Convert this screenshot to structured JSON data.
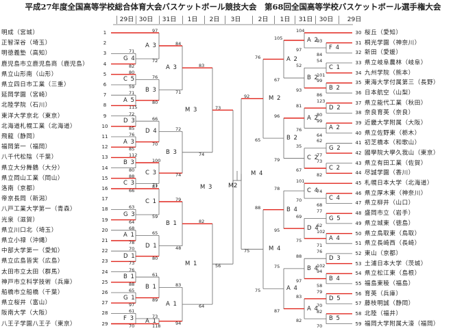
{
  "title": "平成27年度全国高等学校総合体育大会バスケットボール競技大会　第68回全国高等学校バスケットボール選手権大会",
  "dates": {
    "left": [
      "29日",
      "30日",
      "31日",
      "1日",
      "2日",
      "3日"
    ],
    "right": [
      "2日",
      "1日",
      "31日",
      "30日",
      "29日"
    ]
  },
  "left_teams": [
    {
      "seed": "1",
      "name": "明成（宮城）"
    },
    {
      "seed": "2",
      "name": "正智深谷（埼玉）"
    },
    {
      "seed": "3",
      "name": "明徳義塾（高知）"
    },
    {
      "seed": "4",
      "name": "鹿児島市立鹿児島商（鹿児島）"
    },
    {
      "seed": "5",
      "name": "県立山形南（山形）"
    },
    {
      "seed": "6",
      "name": "県立四日市工業（三重）"
    },
    {
      "seed": "7",
      "name": "延岡学園（宮崎）"
    },
    {
      "seed": "8",
      "name": "北陸学院（石川）"
    },
    {
      "seed": "9",
      "name": "東洋大学京北（東京）"
    },
    {
      "seed": "10",
      "name": "北海道札幌工業（北海道）"
    },
    {
      "seed": "11",
      "name": "飛龍（静岡）"
    },
    {
      "seed": "12",
      "name": "福岡第一（福岡）"
    },
    {
      "seed": "13",
      "name": "八千代松陰（千葉）"
    },
    {
      "seed": "14",
      "name": "県立大分舞鶴（大分）"
    },
    {
      "seed": "15",
      "name": "県立岡山工業（岡山）"
    },
    {
      "seed": "16",
      "name": "洛南（京都）"
    },
    {
      "seed": "17",
      "name": "帝京長岡（新潟）"
    },
    {
      "seed": "18",
      "name": "八戸工業大学第一（青森）"
    },
    {
      "seed": "19",
      "name": "光泉（滋賀）"
    },
    {
      "seed": "20",
      "name": "県立川口北（埼玉）"
    },
    {
      "seed": "21",
      "name": "県立小禄（沖縄）"
    },
    {
      "seed": "22",
      "name": "中部大学第一（愛知）"
    },
    {
      "seed": "23",
      "name": "県立広島皆実（広島）"
    },
    {
      "seed": "24",
      "name": "太田市立太田（群馬）"
    },
    {
      "seed": "25",
      "name": "神戸市立科学技術（兵庫）"
    },
    {
      "seed": "26",
      "name": "船橋市立船橋（千葉）"
    },
    {
      "seed": "27",
      "name": "県立桜井（富山）"
    },
    {
      "seed": "28",
      "name": "阪南大学（大阪）"
    },
    {
      "seed": "29",
      "name": "八王子学園八王子（東京）"
    }
  ],
  "right_teams": [
    {
      "seed": "30",
      "name": "桜丘（愛知）"
    },
    {
      "seed": "31",
      "name": "桐光学園（神奈川）"
    },
    {
      "seed": "32",
      "name": "新田（愛媛）"
    },
    {
      "seed": "33",
      "name": "県立岐阜農林（岐阜）"
    },
    {
      "seed": "34",
      "name": "九州学院（熊本）"
    },
    {
      "seed": "35",
      "name": "東海大学付属第三（長野）"
    },
    {
      "seed": "36",
      "name": "日本航空（山梨）"
    },
    {
      "seed": "37",
      "name": "県立能代工業（秋田）"
    },
    {
      "seed": "38",
      "name": "奈良育英（奈良）"
    },
    {
      "seed": "39",
      "name": "近畿大学附属（大阪）"
    },
    {
      "seed": "40",
      "name": "県立佐野東（栃木）"
    },
    {
      "seed": "41",
      "name": "初芝橋本（和歌山）"
    },
    {
      "seed": "42",
      "name": "國學院大學久我山（東京）"
    },
    {
      "seed": "43",
      "name": "県立有田工業（佐賀）"
    },
    {
      "seed": "44",
      "name": "尽誠学園（香川）"
    },
    {
      "seed": "45",
      "name": "札幌日本大学（北海道）"
    },
    {
      "seed": "46",
      "name": "県立厚木東（神奈川）"
    },
    {
      "seed": "47",
      "name": "県立柳井（山口）"
    },
    {
      "seed": "48",
      "name": "盛岡市立（岩手）"
    },
    {
      "seed": "49",
      "name": "県立城東（徳島）"
    },
    {
      "seed": "50",
      "name": "県立鳥取東（鳥取）"
    },
    {
      "seed": "51",
      "name": "県立長崎西（長崎）"
    },
    {
      "seed": "52",
      "name": "東山（京都）"
    },
    {
      "seed": "53",
      "name": "土浦日本大学（茨城）"
    },
    {
      "seed": "54",
      "name": "県立松江東（島根）"
    },
    {
      "seed": "55",
      "name": "福島東稜（福島）"
    },
    {
      "seed": "56",
      "name": "育英（兵庫）"
    },
    {
      "seed": "57",
      "name": "藤枝明誠（静岡）"
    },
    {
      "seed": "58",
      "name": "北陸（福井）"
    },
    {
      "seed": "59",
      "name": "福岡大学附属大濠（福岡）"
    }
  ],
  "left_games": [
    {
      "id": "G4",
      "round": 0,
      "a": 2,
      "b": 3,
      "sa": "71",
      "sb": "82"
    },
    {
      "id": "C5",
      "round": 0,
      "a": 4,
      "b": 5,
      "sa": "80",
      "sb": "59"
    },
    {
      "id": "A5",
      "round": 0,
      "a": 6,
      "b": 7,
      "sa": "71",
      "sb": "115"
    },
    {
      "id": "D3",
      "round": 0,
      "a": 8,
      "b": 9,
      "sa": "72",
      "sb": "85"
    },
    {
      "id": "A3",
      "round": 0,
      "a": 10,
      "b": 11,
      "sa": "76",
      "sb": "85"
    },
    {
      "id": "B3",
      "round": 0,
      "a": 12,
      "b": 13,
      "sa": "112",
      "sb": "80"
    },
    {
      "id": "C3",
      "round": 0,
      "a": 14,
      "b": 15,
      "sa": "88",
      "sb": "66"
    },
    {
      "id": "G3",
      "round": 0,
      "a": 17,
      "b": 18,
      "sa": "63",
      "sb": "64"
    },
    {
      "id": "A1",
      "round": 0,
      "a": 19,
      "b": 20,
      "sa": "68",
      "sb": "78"
    },
    {
      "id": "D1",
      "round": 0,
      "a": 21,
      "b": 22,
      "sa": "70",
      "sb": "73"
    },
    {
      "id": "B1",
      "round": 0,
      "a": 23,
      "b": 24,
      "sa": "76",
      "sb": "88"
    },
    {
      "id": "G1",
      "round": 0,
      "a": 25,
      "b": 26,
      "sa": "65",
      "sb": "97"
    },
    {
      "id": "F3",
      "round": 0,
      "a": 27,
      "b": 28,
      "sa": "61",
      "sb": "70"
    }
  ],
  "left_r2": [
    {
      "id": "A3",
      "a": "1",
      "b": "G4",
      "sa": "97",
      "sb": "72"
    },
    {
      "id": "B3",
      "a": "C5",
      "b": "A5",
      "sa": "76",
      "sb": "80"
    },
    {
      "id": "D4",
      "a": "D3",
      "b": "A3",
      "sa": "66",
      "sb": "70"
    },
    {
      "id": "C3",
      "a": "B3",
      "b": "C3",
      "sa": "100",
      "sb": "71"
    },
    {
      "id": "C1",
      "a": "16",
      "b": "G3",
      "sa": "87",
      "sb": "59"
    },
    {
      "id": "D1",
      "a": "A1",
      "b": "D1",
      "sa": "65",
      "sb": "80"
    },
    {
      "id": "B1",
      "a": "B1",
      "b": "G1",
      "sa": "61",
      "sb": "89"
    },
    {
      "id": "A1",
      "a": "F3",
      "b": "29",
      "sa": "73",
      "sb": "118"
    }
  ],
  "left_r3": [
    {
      "id": "A3",
      "sa": "84",
      "sb": "71"
    },
    {
      "id": "B3",
      "sa": "72",
      "sb": "74"
    },
    {
      "id": "B1",
      "sa": "79",
      "sb": "48"
    },
    {
      "id": "A1",
      "sa": "83",
      "sb": "94"
    }
  ],
  "left_r4": [
    {
      "id": "M3",
      "sa": "83",
      "sb": "74"
    },
    {
      "id": "M1",
      "sa": "82",
      "sb": "64"
    }
  ],
  "left_r5": {
    "id": "M3",
    "sa": "73",
    "sb": "56"
  },
  "right_games": [
    {
      "id": "F4",
      "round": 0,
      "a": 31,
      "b": 32,
      "sa": "93",
      "sb": "84"
    },
    {
      "id": "C1",
      "round": 0,
      "a": 33,
      "b": 34,
      "sa": "54",
      "sb": "101"
    },
    {
      "id": "B2",
      "round": 0,
      "a": 35,
      "b": 36,
      "sa": "99",
      "sb": "86"
    },
    {
      "id": "D2",
      "round": 0,
      "a": 37,
      "b": 38,
      "sa": "123",
      "sb": "80"
    },
    {
      "id": "A2",
      "round": 0,
      "a": 39,
      "b": 40,
      "sa": "99",
      "sb": "64"
    },
    {
      "id": "G2",
      "round": 0,
      "a": 41,
      "b": 42,
      "sa": "62",
      "sb": "77"
    },
    {
      "id": "C2",
      "round": 0,
      "a": 43,
      "b": 44,
      "sa": "73",
      "sb": "82"
    },
    {
      "id": "C4",
      "round": 0,
      "a": 46,
      "b": 47,
      "sa": "74",
      "sb": "68"
    },
    {
      "id": "G5",
      "round": 0,
      "a": 47,
      "b": 48,
      "sa": "77",
      "sb": "62"
    },
    {
      "id": "A4",
      "round": 0,
      "a": 49,
      "b": 50,
      "sa": "102",
      "sb": "71"
    },
    {
      "id": "D3",
      "round": 0,
      "a": 51,
      "b": 52,
      "sa": "76",
      "sb": "102"
    },
    {
      "id": "B4",
      "round": 0,
      "a": 53,
      "b": 54,
      "sa": "94",
      "sb": "58"
    },
    {
      "id": "D5",
      "round": 0,
      "a": 55,
      "b": 56,
      "sa": "79",
      "sb": "70"
    },
    {
      "id": "B5",
      "round": 0,
      "a": 57,
      "b": 58,
      "sa": "82",
      "sb": "70"
    }
  ],
  "right_r2": [
    {
      "id": "A2",
      "a": "30",
      "b": "F4",
      "sa": "104",
      "sb": "97"
    },
    {
      "id": "B2",
      "a": "C1",
      "b": "B2",
      "sa": "52",
      "sb": "93"
    },
    {
      "id": "A2",
      "a": "D2",
      "b": "A2",
      "sa": "81",
      "sb": "76"
    },
    {
      "id": "C2",
      "a": "G2",
      "b": "C2",
      "sa": "35",
      "sb": "67"
    },
    {
      "id": "C4",
      "a": "45",
      "b": "C4",
      "sa": "101",
      "sb": "70"
    },
    {
      "id": "D4",
      "a": "A4",
      "b": "D3",
      "sa": "69",
      "sb": "75"
    },
    {
      "id": "B4",
      "a": "B4",
      "b": "D5",
      "sa": "88",
      "sb": "97"
    },
    {
      "id": "A4",
      "a": "B5",
      "b": "59",
      "sa": "83",
      "sb": "82"
    }
  ],
  "right_r3": [
    {
      "id": "A2",
      "sa": "105",
      "sb": "67"
    },
    {
      "id": "B2",
      "sa": "96",
      "sb": "79"
    },
    {
      "id": "B4",
      "sa": "78",
      "sb": "95"
    },
    {
      "id": "A4",
      "sa": "75",
      "sb": "87"
    }
  ],
  "right_r4": [
    {
      "id": "M2",
      "sa": "76",
      "sb": "65"
    },
    {
      "id": "M4",
      "sa": "88",
      "sb": "75"
    }
  ],
  "right_r5": {
    "id": "M4",
    "sa": "92",
    "sb": "75"
  },
  "center": {
    "final": "M2",
    "left": "M3",
    "right": "M4"
  },
  "colors": {
    "win": "#e0241b",
    "line": "#666666"
  }
}
